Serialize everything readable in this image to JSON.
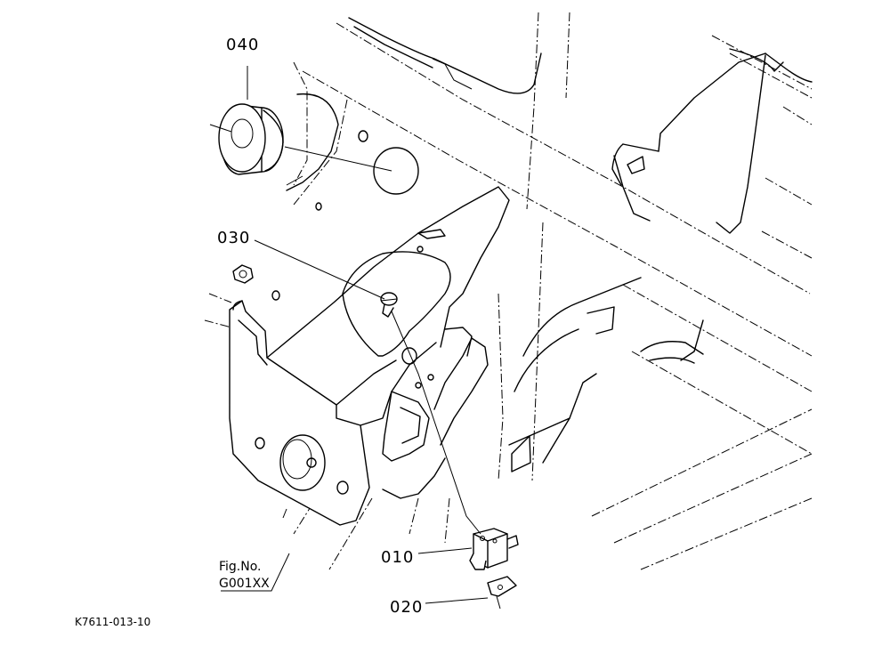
{
  "callouts": {
    "part_040": "040",
    "part_030": "030",
    "part_010": "010",
    "part_020": "020"
  },
  "figure": {
    "fig_no_label": "Fig.No.",
    "fig_no_value": "G001XX"
  },
  "reference_code": "K7611-013-10"
}
